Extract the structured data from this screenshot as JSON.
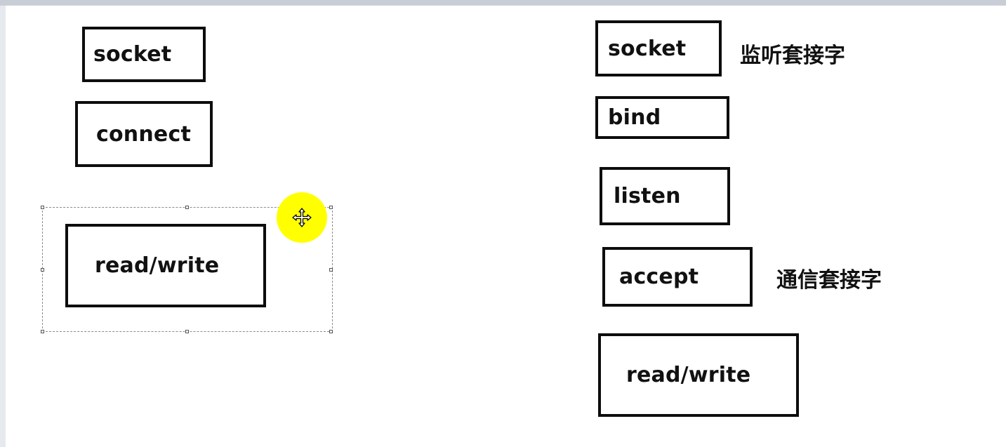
{
  "client_column": {
    "socket": "socket",
    "connect": "connect",
    "read_write": "read/write"
  },
  "server_column": {
    "socket": "socket",
    "bind": "bind",
    "listen": "listen",
    "accept": "accept",
    "read_write": "read/write"
  },
  "annotations": {
    "listening_socket": "监听套接字",
    "communication_socket": "通信套接字"
  },
  "colors": {
    "box_border": "#0d0d0d",
    "cursor_highlight": "#ffff00",
    "selection_border": "#8a8a8a"
  },
  "icons": {
    "cursor": "move-cursor-icon"
  }
}
